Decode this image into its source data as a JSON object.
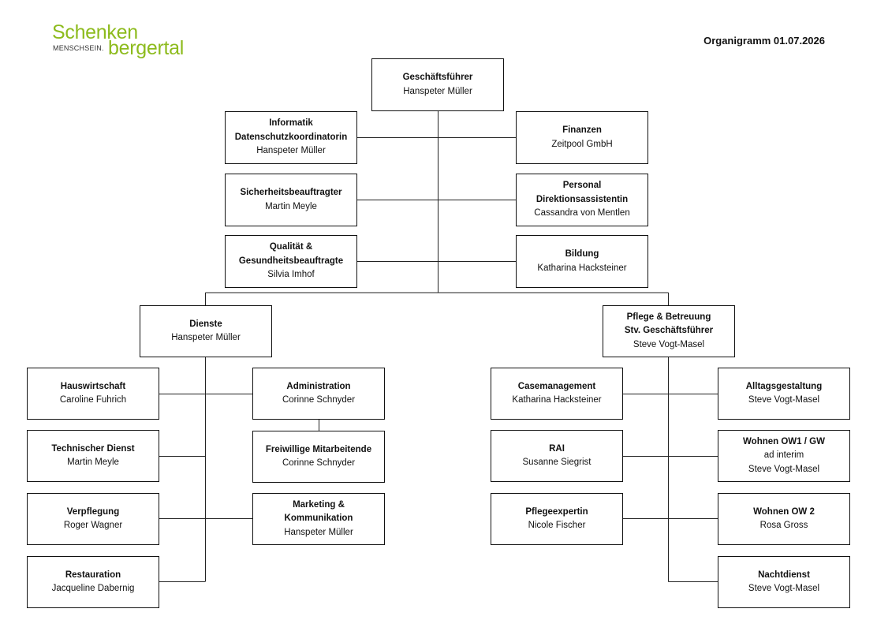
{
  "header": {
    "logo": {
      "word1": "Schenken",
      "word2": "bergertal",
      "tagline": "MENSCHSEIN."
    },
    "title": "Organigramm 01.07.2026",
    "brand_color": "#8dbb1d"
  },
  "org": {
    "ceo": {
      "title": "Geschäftsführer",
      "name": "Hanspeter Müller"
    },
    "informatik": {
      "title1": "Informatik",
      "title2": "Datenschutzkoordinatorin",
      "name": "Hanspeter Müller"
    },
    "finanzen": {
      "title": "Finanzen",
      "name": "Zeitpool GmbH"
    },
    "sicherheit": {
      "title": "Sicherheitsbeauftragter",
      "name": "Martin Meyle"
    },
    "personal": {
      "title1": "Personal",
      "title2": "Direktionsassistentin",
      "name": "Cassandra von Mentlen"
    },
    "qualitaet": {
      "title1": "Qualität &",
      "title2": "Gesundheitsbeauftragte",
      "name": "Silvia Imhof"
    },
    "bildung": {
      "title": "Bildung",
      "name": "Katharina Hacksteiner"
    },
    "dienste": {
      "title": "Dienste",
      "name": "Hanspeter Müller"
    },
    "pflege": {
      "title1": "Pflege & Betreuung",
      "title2": "Stv. Geschäftsführer",
      "name": "Steve Vogt-Masel"
    },
    "hauswirtschaft": {
      "title": "Hauswirtschaft",
      "name": "Caroline Fuhrich"
    },
    "administration": {
      "title": "Administration",
      "name": "Corinne Schnyder"
    },
    "technischer_dienst": {
      "title": "Technischer Dienst",
      "name": "Martin Meyle"
    },
    "freiwillige": {
      "title": "Freiwillige Mitarbeitende",
      "name": "Corinne Schnyder"
    },
    "verpflegung": {
      "title": "Verpflegung",
      "name": "Roger Wagner"
    },
    "marketing": {
      "title1": "Marketing &",
      "title2": "Kommunikation",
      "name": "Hanspeter Müller"
    },
    "restauration": {
      "title": "Restauration",
      "name": "Jacqueline Dabernig"
    },
    "casemanagement": {
      "title": "Casemanagement",
      "name": "Katharina Hacksteiner"
    },
    "alltagsgestaltung": {
      "title": "Alltagsgestaltung",
      "name": "Steve Vogt-Masel"
    },
    "rai": {
      "title": "RAI",
      "name": "Susanne Siegrist"
    },
    "wohnen_ow1": {
      "title": "Wohnen OW1 / GW",
      "line2": "ad interim",
      "name": "Steve Vogt-Masel"
    },
    "pflegeexpertin": {
      "title": "Pflegeexpertin",
      "name": "Nicole Fischer"
    },
    "wohnen_ow2": {
      "title": "Wohnen OW 2",
      "name": "Rosa Gross"
    },
    "nachtdienst": {
      "title": "Nachtdienst",
      "name": "Steve Vogt-Masel"
    }
  }
}
